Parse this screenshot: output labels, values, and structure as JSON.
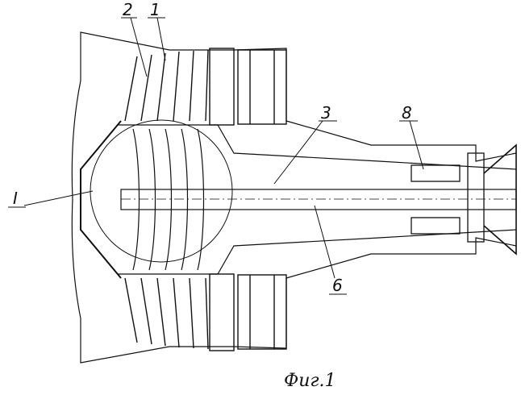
{
  "figure": {
    "caption": "Фиг.1",
    "callouts": {
      "part_1": "1",
      "part_2": "2",
      "part_3": "3",
      "part_6": "6",
      "part_8": "8",
      "detail_I": "I"
    }
  },
  "colors": {
    "ink": "#111111",
    "background": "#ffffff"
  }
}
